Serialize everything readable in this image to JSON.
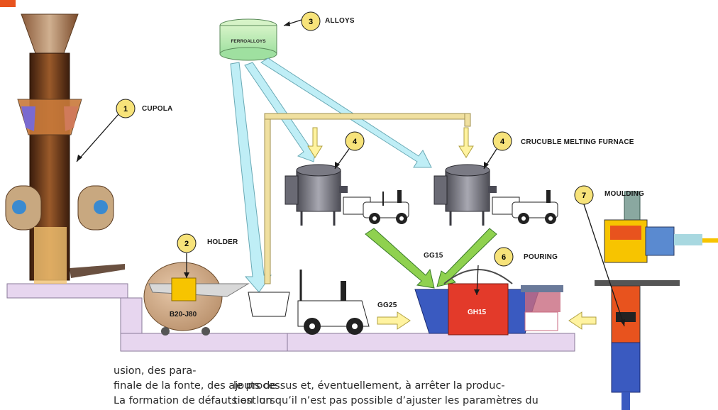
{
  "diagram": {
    "labels": {
      "alloys": "ALLOYS",
      "ferroalloys": "FERROALLOYS",
      "cupola": "CUPOLA",
      "holder": "HOLDER",
      "holder_code": "B20-J80",
      "crucible": "CRUCUBLE MELTING FURNACE",
      "moulding": "MOULDING",
      "pouring": "POURING",
      "gg15": "GG15",
      "gg25": "GG25",
      "gh15": "GH15"
    },
    "steps": [
      {
        "number": "1",
        "name": "CUPOLA"
      },
      {
        "number": "2",
        "name": "HOLDER"
      },
      {
        "number": "3",
        "name": "ALLOYS"
      },
      {
        "number": "4",
        "name": "CRUCUBLE MELTING FURNACE"
      },
      {
        "number": "4",
        "name": "CRUCUBLE MELTING FURNACE"
      },
      {
        "number": "6",
        "name": "POURING"
      },
      {
        "number": "7",
        "name": "MOULDING"
      }
    ]
  },
  "body_text": {
    "left_line_1": "usion, des para-",
    "left_line_2": "finale de la fonte, des ajouts de",
    "left_line_3": "La formation de défauts est un",
    "right_line_1": "le processus et, éventuellement, à arrêter la produc-",
    "right_line_2": "tion lorsqu’il n’est pas possible d’ajuster les paramètres du"
  },
  "colors": {
    "accent": "#e8531e",
    "badge": "#f7e37a",
    "arrow_blue": "#bfeef6",
    "arrow_green": "#8fd14f",
    "arrow_yellow": "#fff3a0",
    "floor": "#e7d6ef"
  }
}
